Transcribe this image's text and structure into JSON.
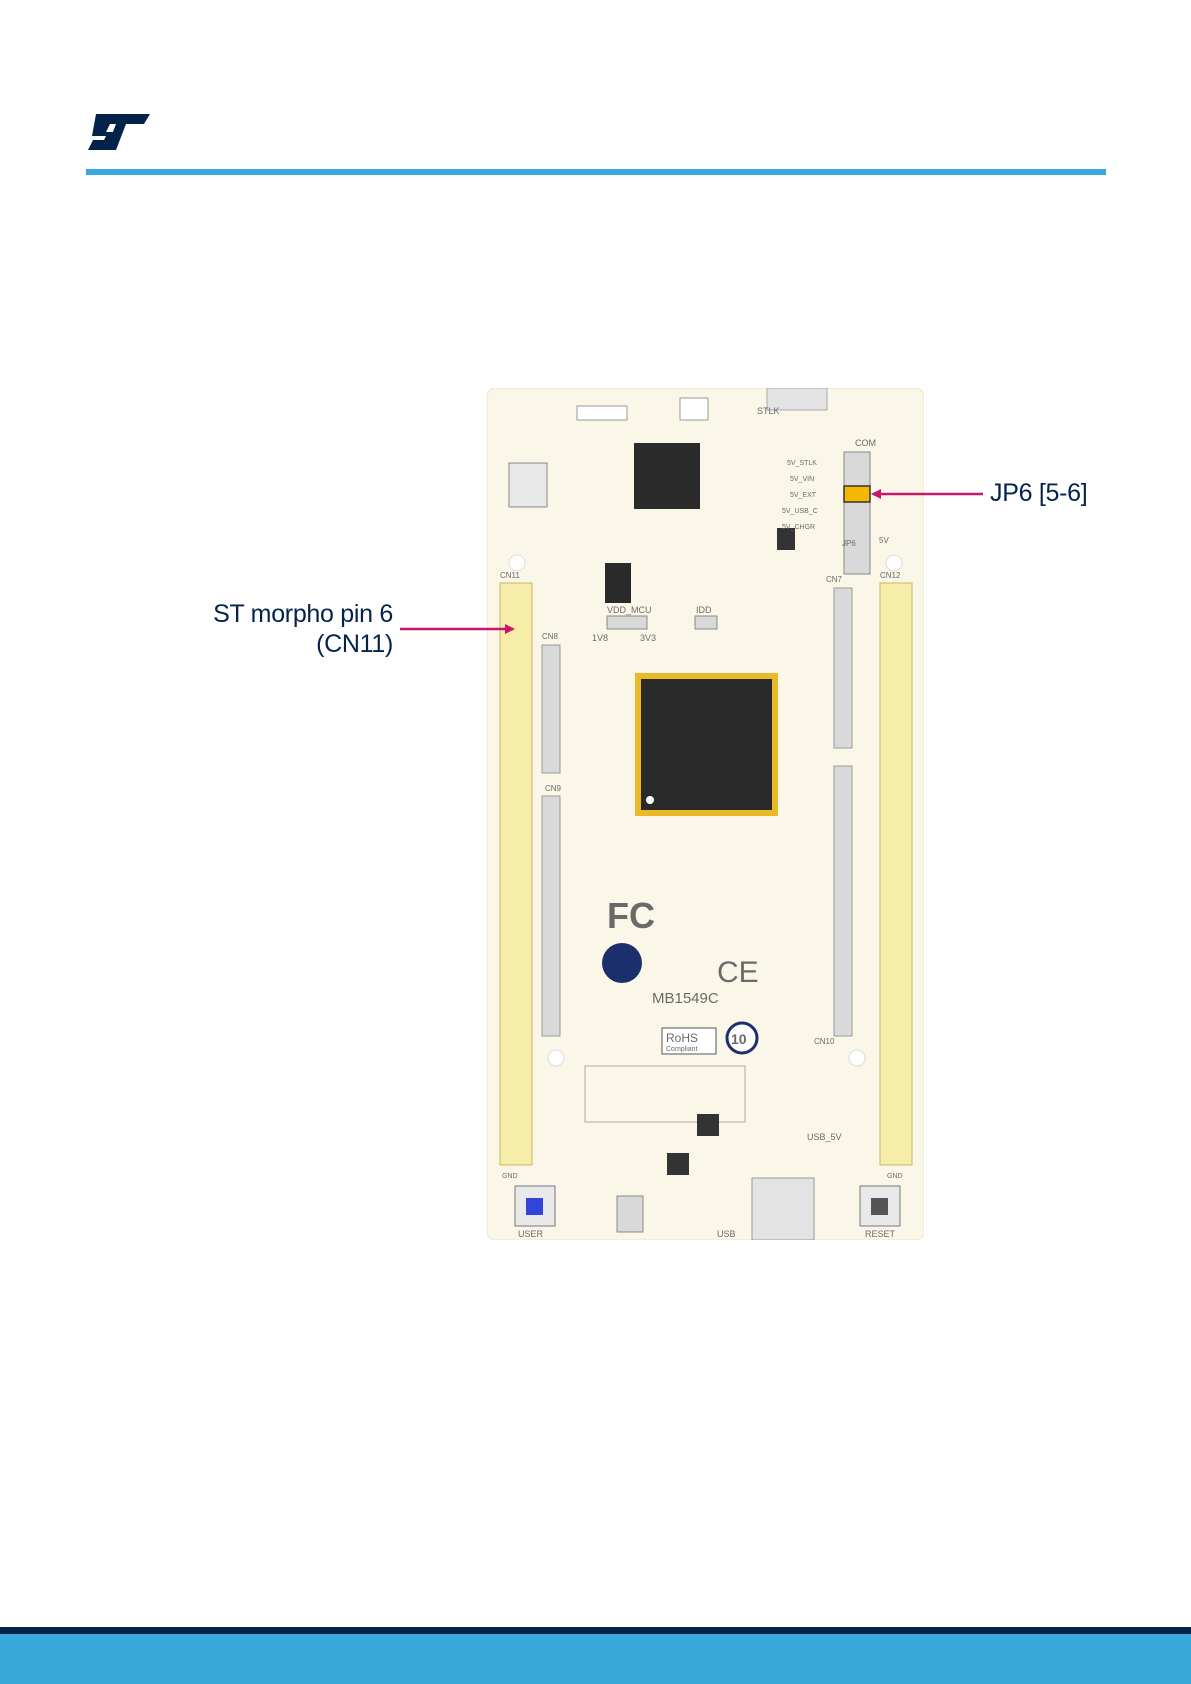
{
  "header": {
    "logo_icon": "st-logo-icon",
    "rule_color": "#39a9dc"
  },
  "figure": {
    "board_name": "MB1549C",
    "board_labels": {
      "user_button": "USER",
      "reset_button": "RESET",
      "usb": "USB",
      "usb_5v": "USB_5V",
      "vdd_mcu": "VDD_MCU",
      "idd": "IDD",
      "v1v8": "1V8",
      "v3v3": "3V3",
      "cn11": "CN11",
      "cn12": "CN12",
      "cn7": "CN7",
      "cn8": "CN8",
      "cn9": "CN9",
      "cn10": "CN10",
      "jp6": "JP6",
      "stlk": "STLK",
      "com": "COM",
      "five_v": "5V",
      "gnd": "GND",
      "rohs": "RoHS",
      "rohs_sub": "Compliant",
      "fc": "FC",
      "ce": "CE",
      "ten": "10"
    },
    "jp6_rows": [
      "5V_STLK",
      "5V_VIN",
      "5V_EXT",
      "5V_USB_C",
      "5V_CHGR"
    ],
    "callouts": {
      "jp6": "JP6 [5-6]",
      "morpho_line1": "ST morpho pin 6",
      "morpho_line2": "(CN11)"
    },
    "colors": {
      "board": "#fbf7e8",
      "callout_arrow": "#c8176f",
      "jumper_highlight": "#f5b800",
      "text": "#03234b"
    }
  },
  "footer": {
    "dark_color": "#03234b",
    "blue_color": "#39a9dc"
  }
}
